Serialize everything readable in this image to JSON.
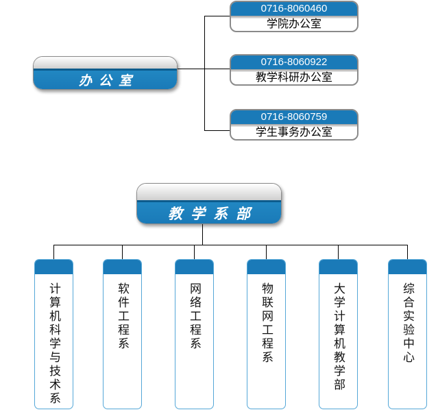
{
  "colors": {
    "primary_blue": "#1a7ab8",
    "dark_blue_divider": "#0d5c8d",
    "gray_border": "#8a8a8a",
    "light_blue_border": "#54a7d7",
    "connector_line": "#000000"
  },
  "office_section": {
    "parent": {
      "label": "办公室"
    },
    "children": [
      {
        "phone": "0716-8060460",
        "name": "学院办公室"
      },
      {
        "phone": "0716-8060922",
        "name": "教学科研办公室"
      },
      {
        "phone": "0716-8060759",
        "name": "学生事务办公室"
      }
    ]
  },
  "departments_section": {
    "parent": {
      "label": "教学系部"
    },
    "children": [
      {
        "name": "计算机科学与技术系"
      },
      {
        "name": "软件工程系"
      },
      {
        "name": "网络工程系"
      },
      {
        "name": "物联网工程系"
      },
      {
        "name": "大学计算机教学部"
      },
      {
        "name": "综合实验中心"
      }
    ]
  }
}
